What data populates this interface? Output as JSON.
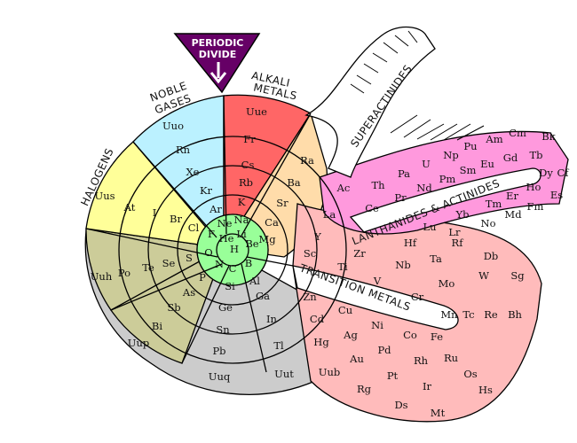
{
  "divide": {
    "line1": "PERIODIC",
    "line2": "DIVIDE"
  },
  "groups": {
    "noble_1": "NOBLE",
    "noble_2": "GASES",
    "alkali_1": "ALKALI",
    "alkali_2": "METALS",
    "halogens": "HALOGENS",
    "superactinides": "SUPERACTINIDES",
    "lanthanides": "LANTHANIDES & ACTINIDES",
    "transition": "TRANSITION METALS"
  },
  "elements": [
    "Uue",
    "Fr",
    "Cs",
    "Rb",
    "K",
    "Na",
    "Li",
    "H",
    "He",
    "Ne",
    "Ar",
    "Kr",
    "Xe",
    "Rn",
    "Uuo",
    "Ra",
    "Ba",
    "Sr",
    "Ca",
    "Mg",
    "Be",
    "B",
    "C",
    "N",
    "O",
    "F",
    "Cl",
    "Br",
    "I",
    "At",
    "Uus",
    "Al",
    "Si",
    "P",
    "S",
    "Se",
    "Te",
    "Po",
    "Uuh",
    "As",
    "Sb",
    "Bi",
    "Uup",
    "Ge",
    "Sn",
    "Pb",
    "Uuq",
    "Ga",
    "In",
    "Tl",
    "Uut",
    "Sc",
    "Y",
    "La",
    "Ac",
    "Ce",
    "Th",
    "Pr",
    "Pa",
    "Nd",
    "U",
    "Pm",
    "Np",
    "Sm",
    "Pu",
    "Eu",
    "Am",
    "Gd",
    "Cm",
    "Tb",
    "Bk",
    "Dy",
    "Cf",
    "Ho",
    "Es",
    "Er",
    "Fm",
    "Tm",
    "Md",
    "Yb",
    "No",
    "Lu",
    "Lr",
    "Ti",
    "Zr",
    "Hf",
    "Rf",
    "V",
    "Nb",
    "Ta",
    "Db",
    "Cr",
    "Mo",
    "W",
    "Sg",
    "Mn",
    "Tc",
    "Re",
    "Bh",
    "Fe",
    "Ru",
    "Os",
    "Hs",
    "Co",
    "Rh",
    "Ir",
    "Mt",
    "Ni",
    "Pd",
    "Pt",
    "Ds",
    "Cu",
    "Ag",
    "Au",
    "Rg",
    "Zn",
    "Cd",
    "Hg",
    "Uub"
  ]
}
